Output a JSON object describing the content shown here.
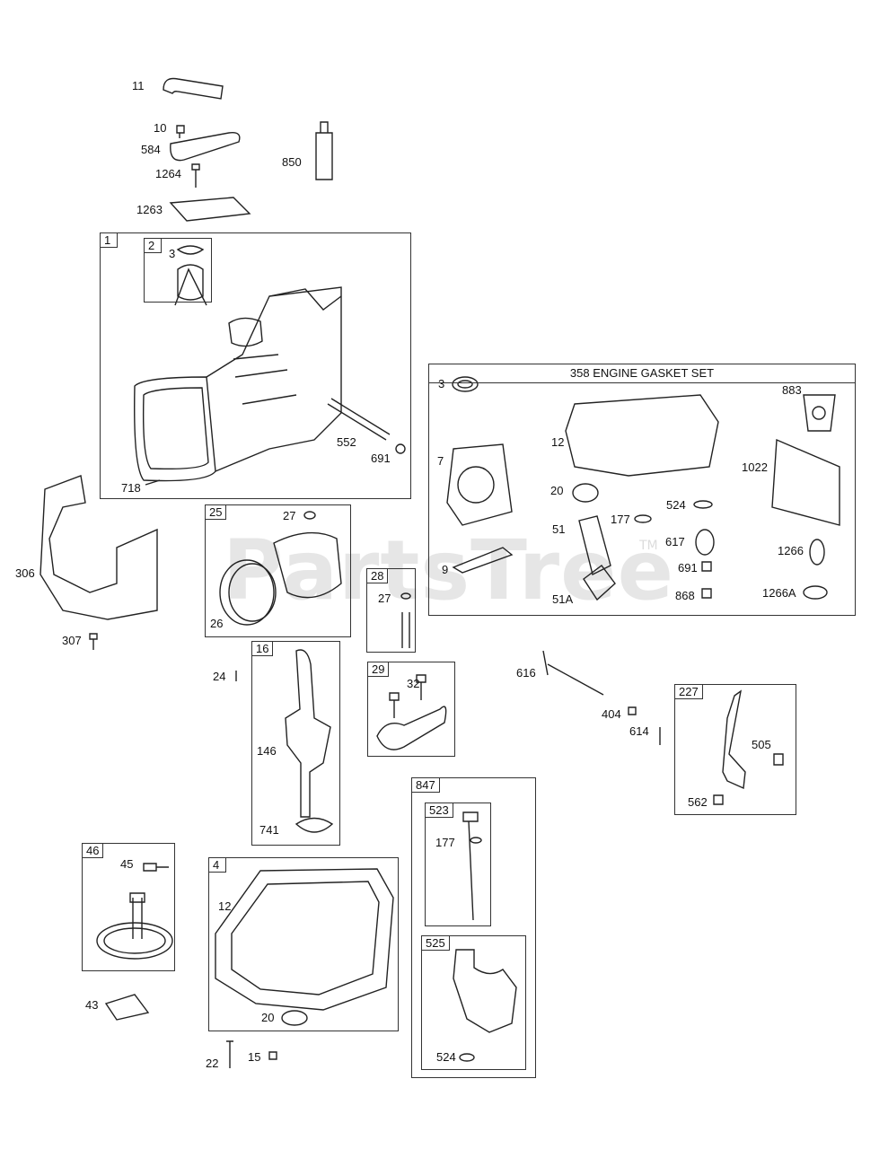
{
  "watermark": {
    "text": "PartsTree",
    "trademark": "TM"
  },
  "gasket_set": {
    "title": "358 ENGINE GASKET SET"
  },
  "boxes": {
    "b1": "1",
    "b2": "2",
    "b25": "25",
    "b28": "28",
    "b16": "16",
    "b29": "29",
    "b46": "46",
    "b4": "4",
    "b847": "847",
    "b523": "523",
    "b525": "525",
    "b227": "227"
  },
  "labels": {
    "l11": "11",
    "l10": "10",
    "l584": "584",
    "l1264": "1264",
    "l1263": "1263",
    "l850": "850",
    "l3a": "3",
    "l552": "552",
    "l691a": "691",
    "l718": "718",
    "l306": "306",
    "l307": "307",
    "l27a": "27",
    "l26": "26",
    "l27b": "27",
    "l24": "24",
    "l146": "146",
    "l741": "741",
    "l32": "32",
    "l45": "45",
    "l43": "43",
    "l12a": "12",
    "l20a": "20",
    "l22": "22",
    "l15": "15",
    "l177a": "177",
    "l524a": "524",
    "l616": "616",
    "l404": "404",
    "l614": "614",
    "l505": "505",
    "l562": "562",
    "g3": "3",
    "g7": "7",
    "g12": "12",
    "g883": "883",
    "g1022": "1022",
    "g20": "20",
    "g177": "177",
    "g524": "524",
    "g51": "51",
    "g617": "617",
    "g9": "9",
    "g691": "691",
    "g1266": "1266",
    "g51a": "51A",
    "g868": "868",
    "g1266a": "1266A"
  }
}
